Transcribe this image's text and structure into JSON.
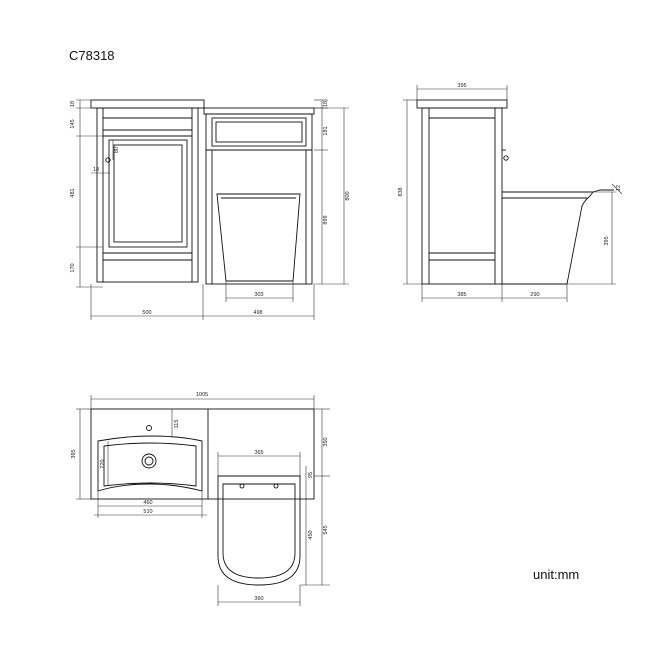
{
  "product_code": "C78318",
  "unit_label": "unit:mm",
  "front_view": {
    "dims_left": [
      "18",
      "145",
      "481",
      "170"
    ],
    "dims_inner": [
      "80",
      "18"
    ],
    "dims_right_basin": [
      "18",
      "181"
    ],
    "dims_right_total": [
      "899",
      "800"
    ],
    "pan_width": "303",
    "width_basin": "500",
    "width_toilet": "498"
  },
  "side_view": {
    "top_width": "395",
    "height": "838",
    "cistern_offset": "12",
    "pan_height": "395",
    "unit_depth": "385",
    "pan_depth": "290"
  },
  "top_view": {
    "overall_width": "1005",
    "basin_depth": "395",
    "tap_offset": "115",
    "bowl_depth": "220",
    "bowl_width": "460",
    "basin_width": "510",
    "cistern_depth": "350",
    "seat_width": "365",
    "seat_offset": "95",
    "seat_length": "450",
    "toilet_length": "545",
    "pan_width": "360"
  }
}
